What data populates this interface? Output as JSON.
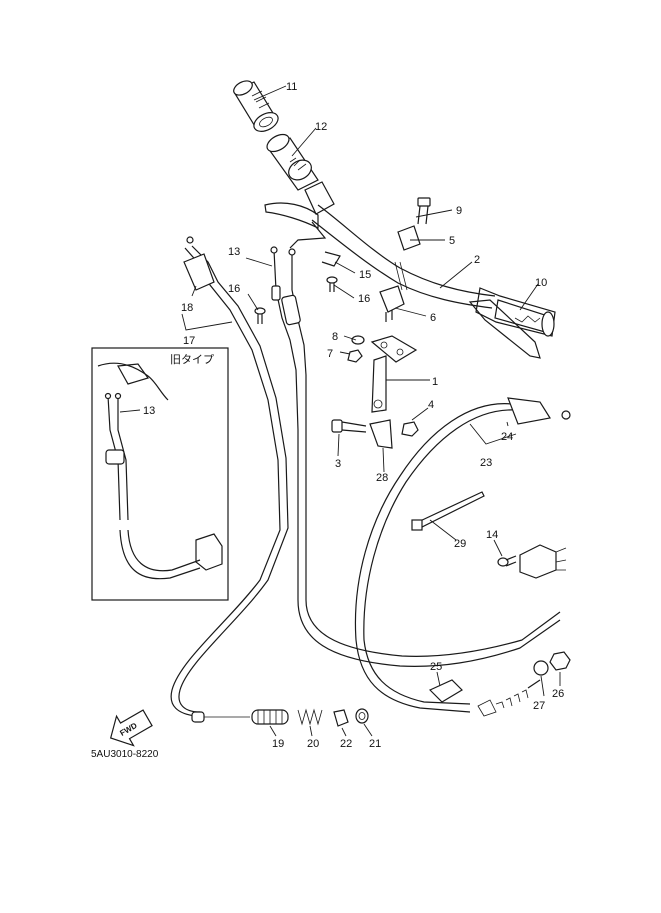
{
  "callouts": {
    "c1": "1",
    "c2": "2",
    "c3": "3",
    "c4": "4",
    "c5": "5",
    "c6": "6",
    "c7": "7",
    "c8": "8",
    "c9": "9",
    "c10": "10",
    "c11": "11",
    "c12": "12",
    "c13": "13",
    "c13b": "13",
    "c14": "14",
    "c15": "15",
    "c16": "16",
    "c16b": "16",
    "c17": "17",
    "c18": "18",
    "c19": "19",
    "c20": "20",
    "c21": "21",
    "c22": "22",
    "c23": "23",
    "c24": "24",
    "c25": "25",
    "c26": "26",
    "c27": "27",
    "c28": "28",
    "c29": "29"
  },
  "inset": {
    "label": "旧タイプ"
  },
  "fwd": {
    "label": "FWD"
  },
  "diagram_code": "5AU3010-8220"
}
